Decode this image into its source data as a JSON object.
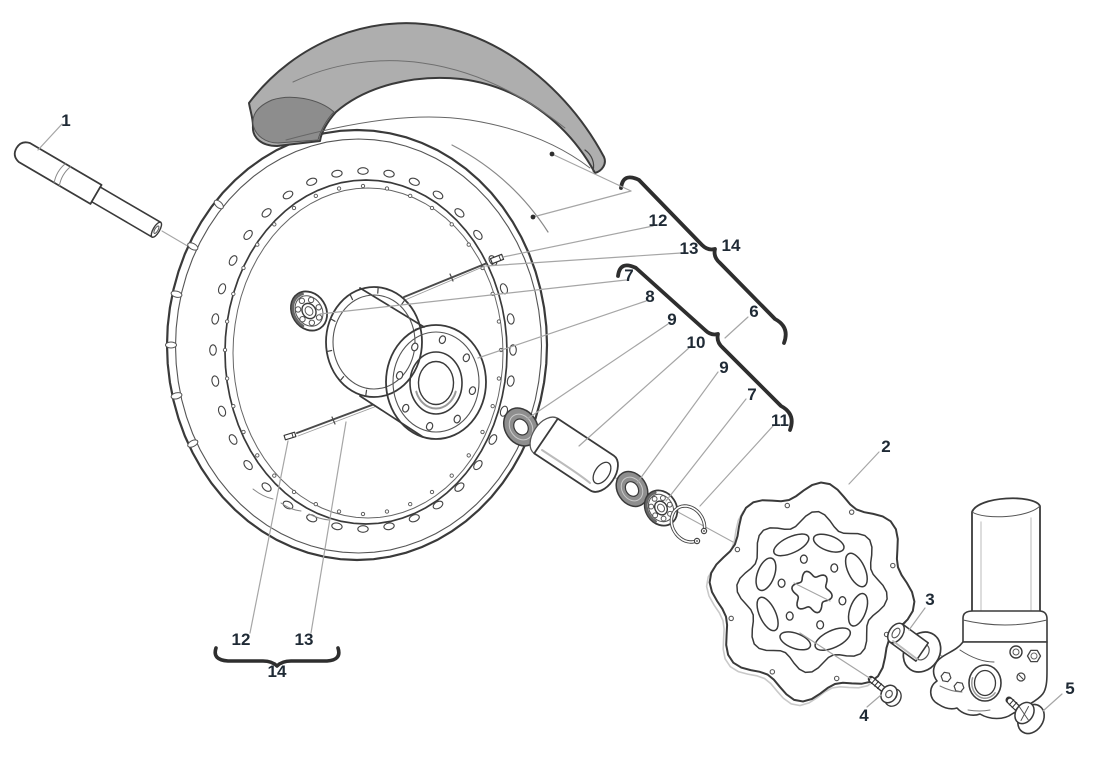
{
  "figure": {
    "type": "exploded-parts-diagram",
    "background": "#ffffff",
    "colors": {
      "line": "#3a3a3a",
      "light_line": "#8f8f8f",
      "leader": "#a6a6a6",
      "label": "#1f2a35",
      "tire": "#aeaeae",
      "tire_inner": "#8d8d8d",
      "seal": "#8e8e8e",
      "brace": "#2e2e2e",
      "shadow": "#c9c9c9"
    }
  },
  "callouts": {
    "axle": "1",
    "brake_disc": "2",
    "disc_spacer": "3",
    "disc_bolt": "4",
    "fork_bolt": "5",
    "hub_group": "6",
    "bearing_left": "7",
    "hub": "8",
    "seal_left": "9",
    "spacer_tube": "10",
    "seal_right": "9",
    "bearing_right": "7",
    "circlip": "11",
    "nipple_top": "12",
    "spoke_top": "13",
    "wheel_group_top": "14",
    "nipple_bottom": "12",
    "spoke_bottom": "13",
    "wheel_group_bottom": "14"
  }
}
